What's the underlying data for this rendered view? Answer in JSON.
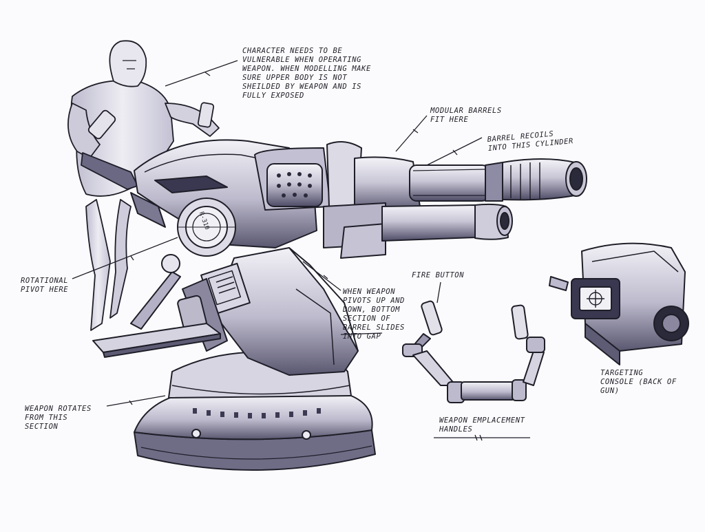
{
  "palette": {
    "ink": "#1e1e28",
    "light": "#eceaf2",
    "mid": "#a6a3ba",
    "dark": "#4c4a63",
    "deep": "#2a2a3a",
    "paper": "#fbfbfd"
  },
  "annotations": {
    "character_note": "CHARACTER NEEDS TO BE\nVULNERABLE WHEN OPERATING\nWEAPON. WHEN MODELLING MAKE\nSURE UPPER BODY IS NOT\nSHEILDED BY WEAPON AND IS\nFULLY EXPOSED",
    "modular_barrels": "MODULAR BARRELS\nFIT HERE",
    "barrel_recoils": "BARREL RECOILS\nINTO THIS CYLINDER",
    "rotational_pivot": "ROTATIONAL\nPIVOT HERE",
    "pivot_gap": "WHEN WEAPON\nPIVOTS UP AND\nDOWN, BOTTOM\nSECTION OF\nBARREL SLIDES\nINTO GAP",
    "fire_button": "FIRE BUTTON",
    "base_rotates": "WEAPON ROTATES\nFROM THIS\nSECTION",
    "handles": "WEAPON EMPLACEMENT\nHANDLES",
    "targeting_console": "TARGETING\nCONSOLE (BACK OF\nGUN)",
    "dial_marking": "R-310"
  }
}
